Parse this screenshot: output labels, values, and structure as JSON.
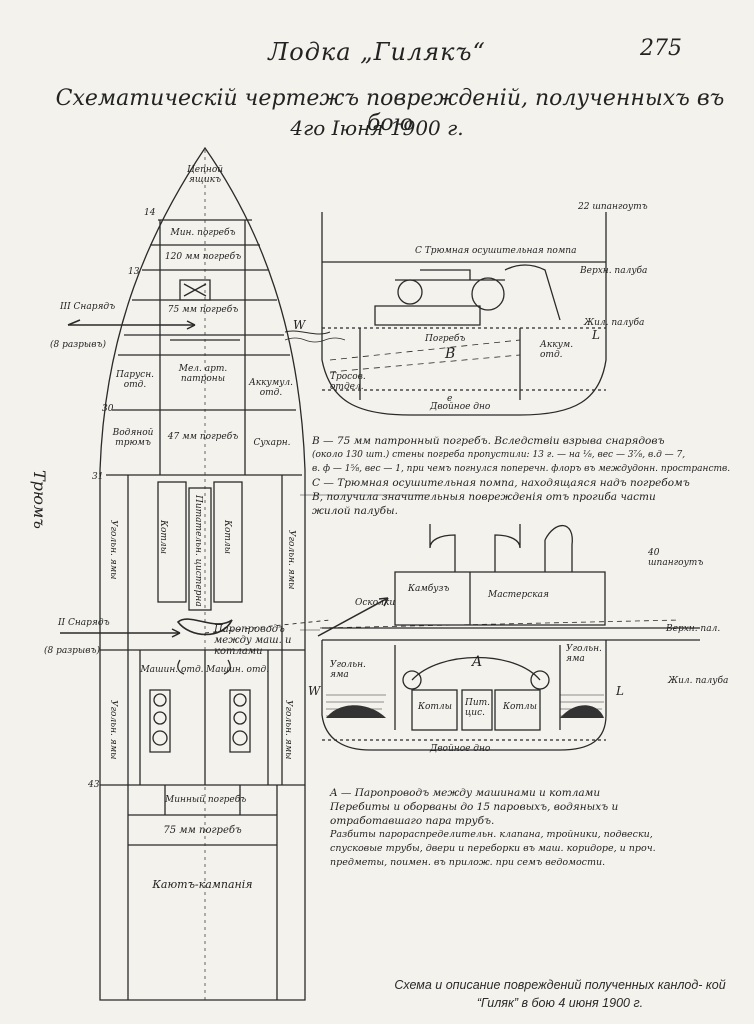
{
  "header": {
    "title": "Лодка „Гилякъ“",
    "subtitle_line1": "Схематическій чертежъ поврежденій, полученныхъ въ бою",
    "subtitle_line2": "4го Іюня 1900 г.",
    "page_number": "275"
  },
  "plan": {
    "hold_label": "Трюмъ",
    "compartments": {
      "anchor_chain": "Цепной ящикъ",
      "mine_magazine": "Мин. погребъ",
      "mag_120": "120 мм погребъ",
      "mag_75_upper": "75 мм погребъ",
      "small_art": "Мел. арт. патроны",
      "sails": "Парусн. отд.",
      "accum": "Аккумул. отд.",
      "water_hold": "Водяной трюмъ",
      "mag_47": "47 мм погребъ",
      "sukhar": "Сухарн.",
      "boilers_left": "Котлы",
      "boilers_right": "Котлы",
      "feed_cistern": "Питательн. цистерна",
      "coal_left": "Угольн. ямы",
      "coal_right": "Угольн. ямы",
      "steam_pipe": "Паропроводъ между маш. и котлами",
      "engine_left": "Машин. отд.",
      "engine_right": "Машин. отд.",
      "coal_lower_left": "Угольн. ямы",
      "coal_lower_right": "Угольн. ямы",
      "mine_lower": "Минный погребъ",
      "mag_75_lower": "75 мм погребъ",
      "kamp": "Каютъ-кампанія"
    },
    "shells": {
      "shell3": "III Снарядъ",
      "shell3_note": "(8 разрывъ)",
      "shell2": "II Снарядъ",
      "shell2_note": "(8 разрывъ)"
    },
    "frames": [
      "14",
      "13",
      "30",
      "31",
      "43"
    ]
  },
  "section_upper": {
    "frame_label": "22 шпангоутъ",
    "top_label": "С Трюмная осушительная помпа",
    "deck_upper": "Верхн. палуба",
    "deck_living": "Жил. палуба",
    "mag_label": "Погребъ",
    "letter_b": "B",
    "letter_w": "W",
    "letter_l": "L",
    "letter_e": "e",
    "aqua": "Аккум. отд.",
    "tros": "Тросов. отдел.",
    "bottom": "Двойное дно"
  },
  "notes_upper": {
    "line1": "B — 75 мм патронный погребъ. Вследствіи взрыва снарядовъ",
    "line2": "(около 130 шт.) стены погреба пропустили: 13 г. — на ⅛, вес — 3⅞, в.д — 7,",
    "line3": "в. ф — 1⅝, вес — 1, при чемъ погнулся поперечн. флоръ въ междудонн. пространств.",
    "line4": "С — Трюмная осушительная помпа, находящаяся надъ погребомъ",
    "line5": "B, получила значительныя поврежденія отъ прогиба части",
    "line6": "жилой палубы."
  },
  "section_lower": {
    "frame_label": "40 шпангоутъ",
    "kambuz": "Камбузъ",
    "masterskaya": "Мастерская",
    "otskok": "Осколки",
    "deck_upper": "Верхн. пал.",
    "deck_living": "Жил. палуба",
    "coal_left": "Угольн. яма",
    "coal_right": "Угольн. яма",
    "boilers_left": "Котлы",
    "boilers_right": "Котлы",
    "center": "Пит. цис.",
    "letter_a": "A",
    "letter_w": "W",
    "letter_l": "L",
    "bottom": "Двойное дно"
  },
  "notes_lower": {
    "line1": "A — Паропроводъ между машинами и котлами",
    "line2": "Перебиты и оборваны до 15 паровыхъ, водяныхъ и",
    "line3": "отработавшаго пара трубъ.",
    "line4": "Разбиты парораспределительн. клапана, тройники, подвески,",
    "line5": "спусковые трубы, двери и переборки въ маш. коридоре, и прoч.",
    "line6": "предметы, поимен. въ прилож. при семъ ведомости."
  },
  "caption": {
    "text": "Схема и описание повреждений полученных канлод- кой “Гиляк” в бою 4 июня 1900 г."
  }
}
